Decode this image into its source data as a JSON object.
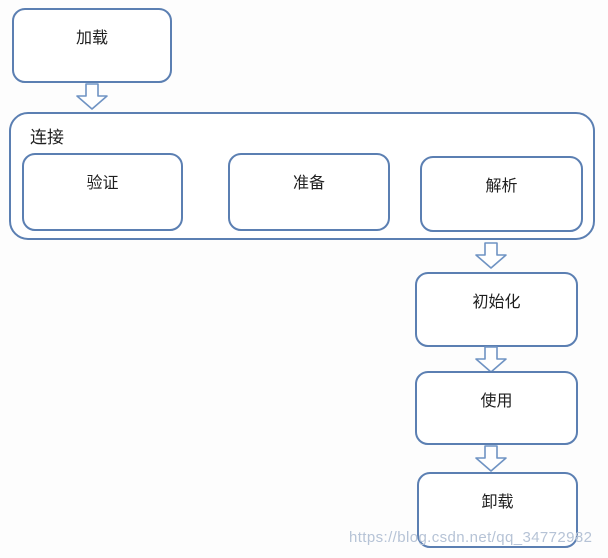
{
  "diagram": {
    "type": "flowchart",
    "nodes": {
      "load": {
        "label": "加载"
      },
      "link": {
        "label": "连接"
      },
      "verify": {
        "label": "验证"
      },
      "prepare": {
        "label": "准备"
      },
      "resolve": {
        "label": "解析"
      },
      "initialize": {
        "label": "初始化"
      },
      "use": {
        "label": "使用"
      },
      "unload": {
        "label": "卸载"
      }
    },
    "edges": [
      {
        "from": "加载",
        "to": "连接"
      },
      {
        "from": "连接",
        "to": "初始化"
      },
      {
        "from": "初始化",
        "to": "使用"
      },
      {
        "from": "使用",
        "to": "卸载"
      }
    ],
    "link_children": [
      "验证",
      "准备",
      "解析"
    ],
    "icons": {
      "connector": "down-block-arrow-icon"
    },
    "colors": {
      "box_border": "#5b7fb2",
      "arrow_border": "#6f93c3",
      "text": "#1f1f1f",
      "watermark": "#b6c3d6",
      "background": "#fdfdfd"
    },
    "watermark": "https://blog.csdn.net/qq_34772982"
  }
}
